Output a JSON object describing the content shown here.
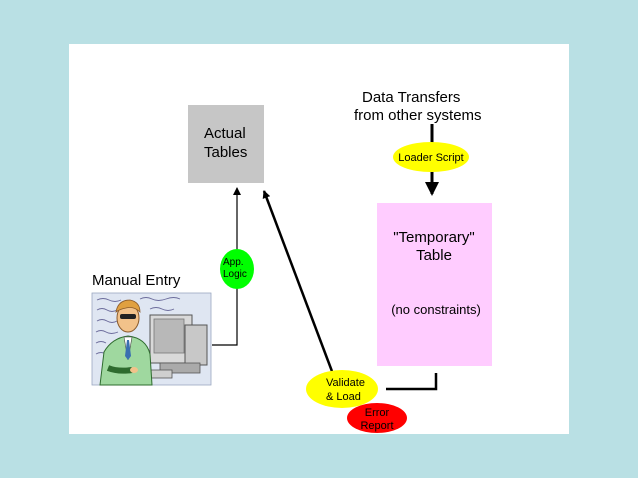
{
  "diagram": {
    "actual_tables": {
      "line1": "Actual",
      "line2": "Tables",
      "fill": "#c6c6c6"
    },
    "data_transfers": {
      "line1": "Data Transfers",
      "line2": "from other systems"
    },
    "loader_script": {
      "label": "Loader Script",
      "fill": "#ffff00"
    },
    "temporary_table": {
      "line1": "\"Temporary\"",
      "line2": "Table",
      "note": "(no constraints)",
      "fill": "#ffccff"
    },
    "app_logic": {
      "line1": "App.",
      "line2": "Logic",
      "fill": "#00ff00"
    },
    "manual_entry": {
      "label": "Manual Entry"
    },
    "validate_load": {
      "line1": "Validate",
      "line2": "& Load",
      "fill": "#ffff00"
    },
    "error_report": {
      "line1": "Error",
      "line2": "Report",
      "fill": "#ff0000"
    }
  },
  "icons": {
    "manual_entry_clipart": "person-at-computer-icon"
  }
}
